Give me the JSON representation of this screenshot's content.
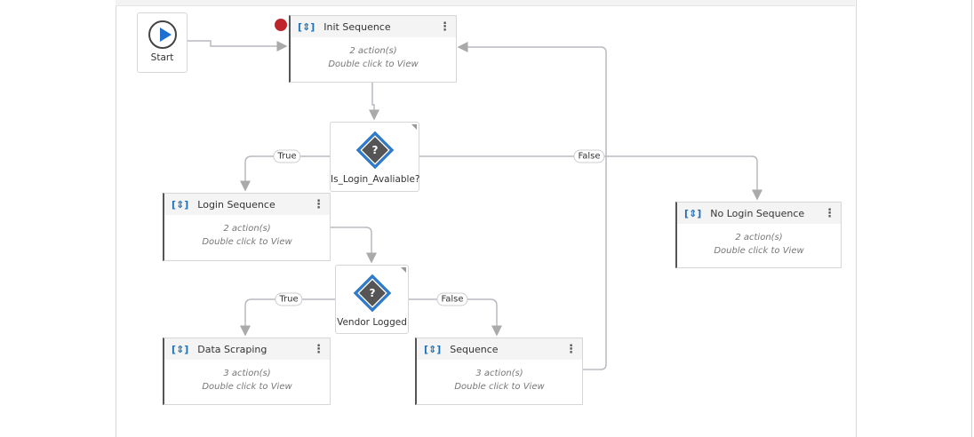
{
  "start": {
    "label": "Start"
  },
  "sequences": [
    {
      "title": "Init Sequence",
      "actions": "2 action(s)",
      "hint": "Double click to View"
    },
    {
      "title": "Login Sequence",
      "actions": "2 action(s)",
      "hint": "Double click to View"
    },
    {
      "title": "No Login Sequence",
      "actions": "2 action(s)",
      "hint": "Double click to View"
    },
    {
      "title": "Data Scraping",
      "actions": "3 action(s)",
      "hint": "Double click to View"
    },
    {
      "title": "Sequence",
      "actions": "3 action(s)",
      "hint": "Double click to View"
    }
  ],
  "decisions": [
    {
      "label": "Is_Login_Avaliable?",
      "true_label": "True",
      "false_label": "False"
    },
    {
      "label": "Vendor Logged",
      "true_label": "True",
      "false_label": "False"
    }
  ],
  "icons": {
    "sequence": "sequence-icon",
    "decision": "question-diamond-icon",
    "start": "play-icon",
    "breakpoint": "breakpoint-dot",
    "menu": "vertical-ellipsis-icon"
  },
  "colors": {
    "accent": "#2b7bd0",
    "breakpoint": "#c0242b",
    "wire": "#b5b5bd"
  }
}
